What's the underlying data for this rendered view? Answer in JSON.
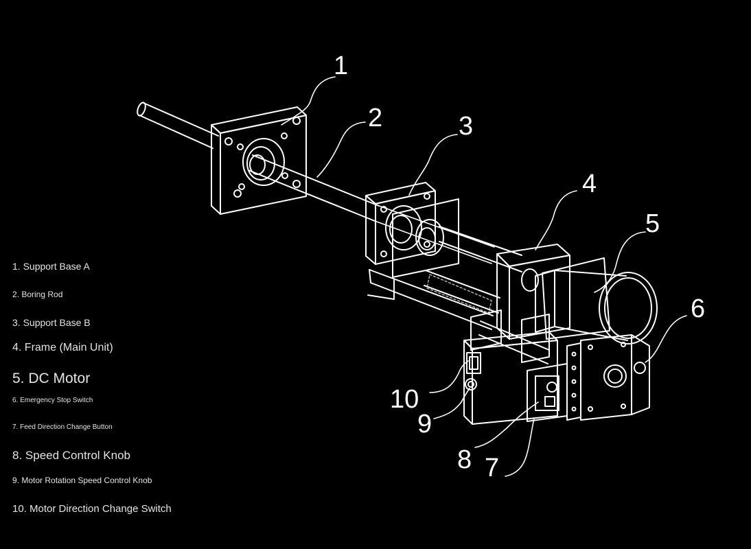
{
  "callouts": [
    "1",
    "2",
    "3",
    "4",
    "5",
    "6",
    "7",
    "8",
    "9",
    "10"
  ],
  "legend": [
    "1. Support Base A",
    "2. Boring Rod",
    "3. Support Base B",
    "4. Frame (Main Unit)",
    "5. DC Motor",
    "6. Emergency Stop Switch",
    "7. Feed Direction Change Button",
    "8. Speed Control Knob",
    "9. Motor Rotation Speed Control Knob",
    "10. Motor Direction Change Switch"
  ],
  "colors": {
    "background": "#000000",
    "line": "#ffffff",
    "text": "#e4e4e4",
    "hatch": "#cfcfcf"
  }
}
